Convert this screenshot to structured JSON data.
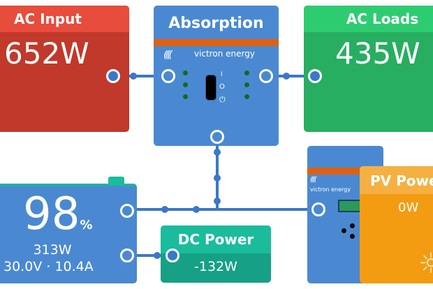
{
  "ac_input": {
    "title": "AC Input",
    "value": "652W"
  },
  "inverter": {
    "state": "Absorption",
    "brand": "victron energy",
    "switch_labels": [
      "I",
      "O",
      "⏻"
    ]
  },
  "ac_loads": {
    "title": "AC Loads",
    "value": "435W"
  },
  "battery": {
    "soc": "98",
    "soc_unit": "%",
    "power": "313W",
    "voltage_current": "30.0V · 10.4A"
  },
  "dc_power": {
    "title": "DC Power",
    "value": "-132W"
  },
  "solar_charger": {
    "brand": "victron energy"
  },
  "pv_power": {
    "title": "PV Power",
    "value": "0W"
  },
  "colors": {
    "ac_input": "#c0392b",
    "ac_loads": "#27ae60",
    "inverter": "#4a89d1",
    "dc_power": "#16a085",
    "pv_power": "#f39c12",
    "accent_stripe": "#e0600f"
  }
}
